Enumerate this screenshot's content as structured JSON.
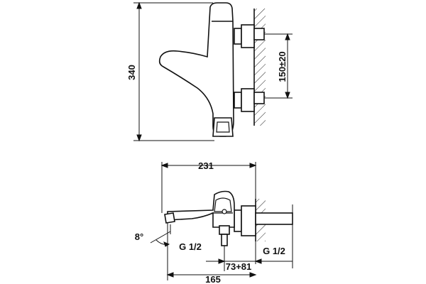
{
  "drawing": {
    "front_view": {
      "height_dim": "340",
      "spacing_dim": "150±20"
    },
    "top_view": {
      "width_dim": "231",
      "angle_dim": "8°",
      "thread_left": "G 1/2",
      "thread_right": "G 1/2",
      "offset_dim": "73+81",
      "depth_dim": "165"
    }
  }
}
